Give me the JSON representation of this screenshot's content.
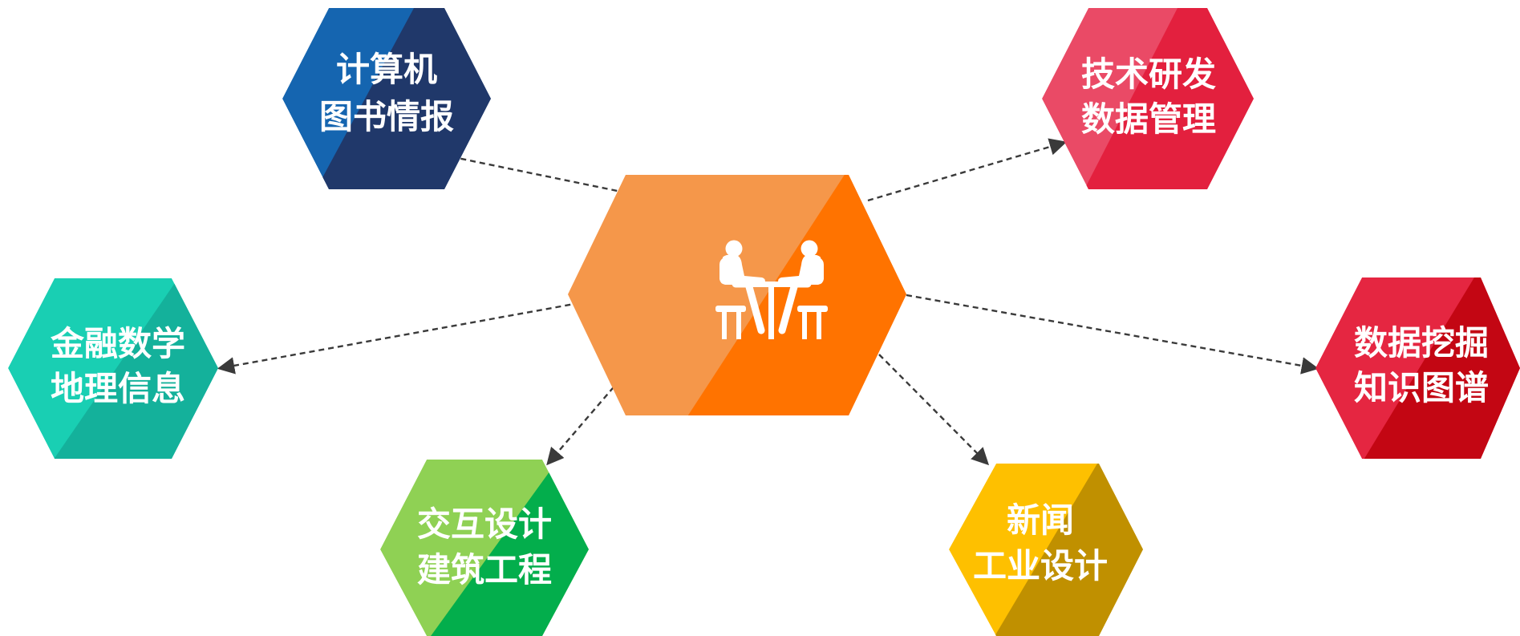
{
  "center": {
    "icon": "meeting-two-people-table-icon",
    "colors": {
      "light": "#F5974A",
      "dark": "#FF7300"
    }
  },
  "fields": [
    {
      "id": "computer-library",
      "lines": [
        "计算机",
        "图书情报"
      ],
      "colors": {
        "light": "#1565B0",
        "dark": "#20386A"
      }
    },
    {
      "id": "tech-data-management",
      "lines": [
        "技术研发",
        "数据管理"
      ],
      "colors": {
        "light": "#EA4A66",
        "dark": "#E3203E"
      }
    },
    {
      "id": "finance-geography",
      "lines": [
        "金融数学",
        "地理信息"
      ],
      "colors": {
        "light": "#19CFB3",
        "dark": "#14B19B"
      }
    },
    {
      "id": "data-mining-knowledge-graph",
      "lines": [
        "数据挖掘",
        "知识图谱"
      ],
      "colors": {
        "light": "#E52641",
        "dark": "#C30613"
      }
    },
    {
      "id": "interaction-architecture",
      "lines": [
        "交互设计",
        "建筑工程"
      ],
      "colors": {
        "light": "#8FD154",
        "dark": "#03AE4C"
      }
    },
    {
      "id": "news-industrial-design",
      "lines": [
        "新闻",
        "工业设计"
      ],
      "colors": {
        "light": "#FEC000",
        "dark": "#C09000"
      }
    }
  ]
}
